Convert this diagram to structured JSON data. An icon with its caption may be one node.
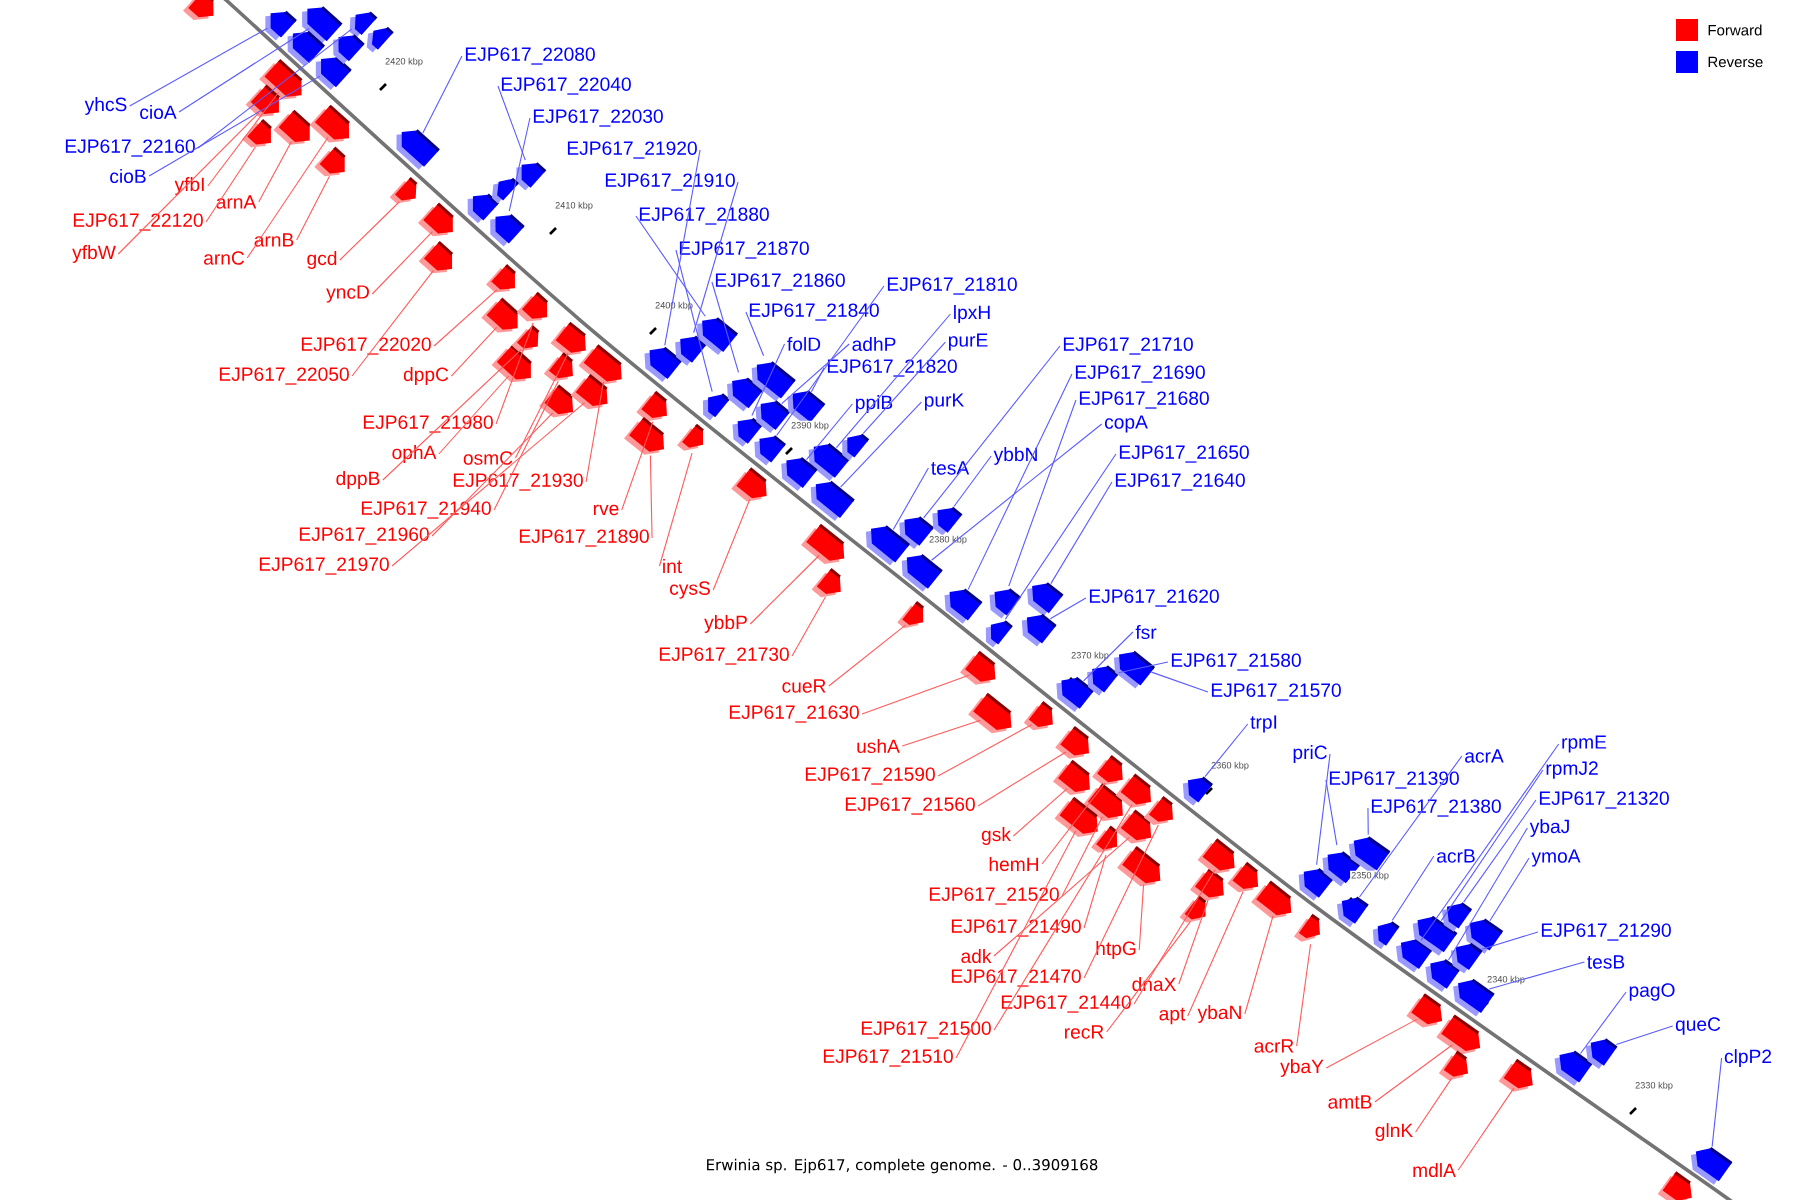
{
  "diagram": {
    "caption": "Erwinia sp. Ejp617, complete genome. - 0..3909168",
    "nodes": [
      {
        "text": [
          "yhcS"
        ]
      },
      {
        "text": [
          "cioA"
        ]
      },
      {
        "text": [
          "EJP617_22160"
        ]
      },
      {
        "text": [
          "cioB"
        ]
      },
      {
        "text": [
          "yfbI"
        ]
      },
      {
        "text": [
          "EJP617_22120"
        ]
      },
      {
        "text": [
          "yfbW"
        ]
      },
      {
        "text": [
          "arnA"
        ]
      },
      {
        "text": [
          "arnB"
        ]
      },
      {
        "text": [
          "arnC"
        ]
      },
      {
        "text": [
          "gcd"
        ]
      },
      {
        "text": [
          "yncD"
        ]
      },
      {
        "text": [
          "EJP617_22080"
        ]
      },
      {
        "text": [
          "EJP617_22040"
        ]
      },
      {
        "text": [
          "EJP617_22030"
        ]
      },
      {
        "text": [
          "EJP617_21920"
        ]
      },
      {
        "text": [
          "EJP617_21910"
        ]
      },
      {
        "text": [
          "EJP617_21880"
        ]
      },
      {
        "text": [
          "EJP617_21870"
        ]
      },
      {
        "text": [
          "EJP617_21860"
        ]
      },
      {
        "text": [
          "EJP617_21840"
        ]
      },
      {
        "text": [
          "folD"
        ]
      },
      {
        "text": [
          "adhP"
        ]
      },
      {
        "text": [
          "EJP617_21820"
        ]
      },
      {
        "text": [
          "EJP617_21810"
        ]
      },
      {
        "text": [
          "lpxH"
        ]
      },
      {
        "text": [
          "purE"
        ]
      },
      {
        "text": [
          "ppiB"
        ]
      },
      {
        "text": [
          "purK"
        ]
      },
      {
        "text": [
          "EJP617_22020"
        ]
      },
      {
        "text": [
          "EJP617_22050"
        ]
      },
      {
        "text": [
          "dppC"
        ]
      },
      {
        "text": [
          "EJP617_21980"
        ]
      },
      {
        "text": [
          "ophA"
        ]
      },
      {
        "text": [
          "dppB"
        ]
      },
      {
        "text": [
          "osmC"
        ]
      },
      {
        "text": [
          "EJP617_21930"
        ]
      },
      {
        "text": [
          "EJP617_21940"
        ]
      },
      {
        "text": [
          "EJP617_21960"
        ]
      },
      {
        "text": [
          "EJP617_21970"
        ]
      },
      {
        "text": [
          "rve"
        ]
      },
      {
        "text": [
          "EJP617_21890"
        ]
      },
      {
        "text": [
          "int"
        ]
      },
      {
        "text": [
          "cysS"
        ]
      },
      {
        "text": [
          "ybbP"
        ]
      },
      {
        "text": [
          "EJP617_21730"
        ]
      },
      {
        "text": [
          "EJP617_21710"
        ]
      },
      {
        "text": [
          "EJP617_21690"
        ]
      },
      {
        "text": [
          "EJP617_21680"
        ]
      },
      {
        "text": [
          "copA"
        ]
      },
      {
        "text": [
          "EJP617_21650"
        ]
      },
      {
        "text": [
          "EJP617_21640"
        ]
      },
      {
        "text": [
          "tesA"
        ]
      },
      {
        "text": [
          "ybbN"
        ]
      },
      {
        "text": [
          "EJP617_21620"
        ]
      },
      {
        "text": [
          "fsr"
        ]
      },
      {
        "text": [
          "EJP617_21580"
        ]
      },
      {
        "text": [
          "EJP617_21570"
        ]
      },
      {
        "text": [
          "cueR"
        ]
      },
      {
        "text": [
          "EJP617_21630"
        ]
      },
      {
        "text": [
          "ushA"
        ]
      },
      {
        "text": [
          "EJP617_21590"
        ]
      },
      {
        "text": [
          "EJP617_21560"
        ]
      },
      {
        "text": [
          "gsk"
        ]
      },
      {
        "text": [
          "hemH"
        ]
      },
      {
        "text": [
          "EJP617_21520"
        ]
      },
      {
        "text": [
          "EJP617_21490"
        ]
      },
      {
        "text": [
          "adk"
        ]
      },
      {
        "text": [
          "htpG"
        ]
      },
      {
        "text": [
          "EJP617_21470"
        ]
      },
      {
        "text": [
          "dnaX"
        ]
      },
      {
        "text": [
          "EJP617_21440"
        ]
      },
      {
        "text": [
          "apt"
        ]
      },
      {
        "text": [
          "ybaN"
        ]
      },
      {
        "text": [
          "recR"
        ]
      },
      {
        "text": [
          "EJP617_21500"
        ]
      },
      {
        "text": [
          "EJP617_21510"
        ]
      },
      {
        "text": [
          "trpI"
        ]
      },
      {
        "text": [
          "priC"
        ]
      },
      {
        "text": [
          "EJP617_21390"
        ]
      },
      {
        "text": [
          "acrA"
        ]
      },
      {
        "text": [
          "EJP617_21380"
        ]
      },
      {
        "text": [
          "acrB"
        ]
      },
      {
        "text": [
          "rpmE"
        ]
      },
      {
        "text": [
          "rpmJ2"
        ]
      },
      {
        "text": [
          "EJP617_21320"
        ]
      },
      {
        "text": [
          "ybaJ"
        ]
      },
      {
        "text": [
          "ymoA"
        ]
      },
      {
        "text": [
          "EJP617_21290"
        ]
      },
      {
        "text": [
          "tesB"
        ]
      },
      {
        "text": [
          "acrR"
        ]
      },
      {
        "text": [
          "ybaY"
        ]
      },
      {
        "text": [
          "amtB"
        ]
      },
      {
        "text": [
          "glnK"
        ]
      },
      {
        "text": [
          "mdlA"
        ]
      },
      {
        "text": [
          "pagO"
        ]
      },
      {
        "text": [
          "queC"
        ]
      },
      {
        "text": [
          "clpP2"
        ]
      },
      {
        "text": [],
        "shape": "pentagon"
      },
      {
        "text": [],
        "shape": "pentagon"
      },
      {
        "text": [],
        "shape": "pentagon"
      },
      {
        "text": [],
        "shape": "pentagon"
      },
      {
        "text": [],
        "shape": "pentagon"
      },
      {
        "text": [],
        "shape": "pentagon"
      },
      {
        "text": [],
        "shape": "pentagon"
      },
      {
        "text": [],
        "shape": "pentagon"
      },
      {
        "text": [],
        "shape": "pentagon"
      },
      {
        "text": [],
        "shape": "pentagon"
      },
      {
        "text": [],
        "shape": "pentagon"
      },
      {
        "text": [],
        "shape": "pentagon"
      },
      {
        "text": [],
        "shape": "pentagon"
      },
      {
        "text": [],
        "shape": "pentagon"
      },
      {
        "text": [],
        "shape": "pentagon"
      },
      {
        "text": [],
        "shape": "pentagon"
      },
      {
        "text": [],
        "shape": "pentagon"
      },
      {
        "text": [],
        "shape": "pentagon"
      },
      {
        "text": [],
        "shape": "pentagon"
      },
      {
        "text": [],
        "shape": "pentagon"
      },
      {
        "text": [],
        "shape": "pentagon"
      },
      {
        "text": [],
        "shape": "pentagon"
      },
      {
        "text": [],
        "shape": "pentagon"
      },
      {
        "text": [],
        "shape": "pentagon"
      },
      {
        "text": [],
        "shape": "pentagon"
      },
      {
        "text": [],
        "shape": "pentagon"
      },
      {
        "text": [],
        "shape": "pentagon"
      },
      {
        "text": [],
        "shape": "pentagon"
      },
      {
        "text": [],
        "shape": "pentagon"
      },
      {
        "text": [],
        "shape": "pentagon"
      },
      {
        "text": [],
        "shape": "pentagon"
      },
      {
        "text": [],
        "shape": "pentagon"
      },
      {
        "text": [],
        "shape": "pentagon"
      },
      {
        "text": [],
        "shape": "pentagon"
      },
      {
        "text": [],
        "shape": "pentagon"
      },
      {
        "text": [],
        "shape": "pentagon"
      },
      {
        "text": [],
        "shape": "pentagon"
      },
      {
        "text": [],
        "shape": "pentagon"
      },
      {
        "text": [],
        "shape": "pentagon"
      },
      {
        "text": [],
        "shape": "pentagon"
      },
      {
        "text": [],
        "shape": "pentagon"
      },
      {
        "text": [],
        "shape": "pentagon"
      },
      {
        "text": [],
        "shape": "pentagon"
      },
      {
        "text": [],
        "shape": "pentagon"
      },
      {
        "text": [],
        "shape": "pentagon"
      },
      {
        "text": [],
        "shape": "pentagon"
      },
      {
        "text": [],
        "shape": "pentagon"
      },
      {
        "text": [],
        "shape": "pentagon"
      },
      {
        "text": [],
        "shape": "pentagon"
      },
      {
        "text": [],
        "shape": "pentagon"
      },
      {
        "text": [],
        "shape": "pentagon"
      },
      {
        "text": [],
        "shape": "pentagon"
      },
      {
        "text": [],
        "shape": "pentagon"
      },
      {
        "text": [],
        "shape": "pentagon"
      },
      {
        "text": [],
        "shape": "pentagon"
      },
      {
        "text": [],
        "shape": "pentagon"
      },
      {
        "text": [],
        "shape": "pentagon"
      },
      {
        "text": [],
        "shape": "pentagon"
      },
      {
        "text": [],
        "shape": "pentagon"
      },
      {
        "text": [],
        "shape": "pentagon"
      },
      {
        "text": [],
        "shape": "pentagon"
      },
      {
        "text": [],
        "shape": "pentagon"
      },
      {
        "text": [],
        "shape": "pentagon"
      },
      {
        "text": [],
        "shape": "pentagon"
      },
      {
        "text": [],
        "shape": "pentagon"
      },
      {
        "text": [],
        "shape": "pentagon"
      },
      {
        "text": [],
        "shape": "pentagon"
      },
      {
        "text": [],
        "shape": "pentagon"
      },
      {
        "text": [],
        "shape": "pentagon"
      },
      {
        "text": [],
        "shape": "pentagon"
      },
      {
        "text": [],
        "shape": "pentagon"
      },
      {
        "text": [],
        "shape": "pentagon"
      },
      {
        "text": [],
        "shape": "pentagon"
      },
      {
        "text": [],
        "shape": "pentagon"
      },
      {
        "text": [],
        "shape": "pentagon"
      },
      {
        "text": [],
        "shape": "pentagon"
      },
      {
        "text": [],
        "shape": "pentagon"
      },
      {
        "text": [],
        "shape": "pentagon"
      },
      {
        "text": [],
        "shape": "pentagon"
      },
      {
        "text": [],
        "shape": "pentagon"
      },
      {
        "text": [],
        "shape": "pentagon"
      },
      {
        "text": [],
        "shape": "pentagon"
      },
      {
        "text": [],
        "shape": "pentagon"
      },
      {
        "text": [],
        "shape": "pentagon"
      },
      {
        "text": [],
        "shape": "pentagon"
      },
      {
        "text": [],
        "shape": "pentagon"
      },
      {
        "text": [],
        "shape": "pentagon"
      },
      {
        "text": [],
        "shape": "pentagon"
      },
      {
        "text": [],
        "shape": "pentagon"
      },
      {
        "text": [],
        "shape": "pentagon"
      },
      {
        "text": [],
        "shape": "pentagon"
      },
      {
        "text": [],
        "shape": "pentagon"
      },
      {
        "text": [],
        "shape": "pentagon"
      },
      {
        "text": [],
        "shape": "pentagon"
      },
      {
        "text": [],
        "shape": "pentagon"
      },
      {
        "text": [],
        "shape": "pentagon"
      },
      {
        "text": [],
        "shape": "pentagon"
      },
      {
        "text": [],
        "shape": "pentagon"
      },
      {
        "text": [],
        "shape": "pentagon"
      },
      {
        "text": [],
        "shape": "pentagon"
      },
      {
        "text": [],
        "shape": "pentagon"
      },
      {
        "text": [],
        "shape": "pentagon"
      },
      {
        "text": [],
        "shape": "pentagon"
      },
      {
        "text": [],
        "shape": "pentagon"
      },
      {
        "text": [],
        "shape": "pentagon"
      }
    ],
    "edges": [
      {
        "from": 0,
        "to": 98,
        "arrow": "none",
        "color": "#5a5aff"
      },
      {
        "from": 1,
        "to": 99,
        "arrow": "none",
        "color": "#5a5aff"
      },
      {
        "from": 2,
        "to": 100,
        "arrow": "none",
        "color": "#5a5aff"
      },
      {
        "from": 3,
        "to": 101,
        "arrow": "none",
        "color": "#5a5aff"
      },
      {
        "from": 4,
        "to": 102,
        "arrow": "none",
        "color": "#ff5a5a"
      },
      {
        "from": 5,
        "to": 103,
        "arrow": "none",
        "color": "#ff5a5a"
      },
      {
        "from": 6,
        "to": 104,
        "arrow": "none",
        "color": "#ff5a5a"
      },
      {
        "from": 7,
        "to": 105,
        "arrow": "none",
        "color": "#ff5a5a"
      },
      {
        "from": 8,
        "to": 106,
        "arrow": "none",
        "color": "#ff5a5a"
      },
      {
        "from": 9,
        "to": 107,
        "arrow": "none",
        "color": "#ff5a5a"
      },
      {
        "from": 10,
        "to": 108,
        "arrow": "none",
        "color": "#ff5a5a"
      },
      {
        "from": 11,
        "to": 109,
        "arrow": "none",
        "color": "#ff5a5a"
      },
      {
        "from": 12,
        "to": 110,
        "arrow": "none",
        "color": "#5a5aff"
      },
      {
        "from": 13,
        "to": 111,
        "arrow": "none",
        "color": "#5a5aff"
      },
      {
        "from": 14,
        "to": 112,
        "arrow": "none",
        "color": "#5a5aff"
      },
      {
        "from": 15,
        "to": 113,
        "arrow": "none",
        "color": "#5a5aff"
      },
      {
        "from": 16,
        "to": 114,
        "arrow": "none",
        "color": "#5a5aff"
      },
      {
        "from": 17,
        "to": 115,
        "arrow": "none",
        "color": "#5a5aff"
      },
      {
        "from": 18,
        "to": 116,
        "arrow": "none",
        "color": "#5a5aff"
      },
      {
        "from": 19,
        "to": 117,
        "arrow": "none",
        "color": "#5a5aff"
      },
      {
        "from": 20,
        "to": 118,
        "arrow": "none",
        "color": "#5a5aff"
      },
      {
        "from": 21,
        "to": 119,
        "arrow": "none",
        "color": "#5a5aff"
      },
      {
        "from": 22,
        "to": 120,
        "arrow": "none",
        "color": "#5a5aff"
      },
      {
        "from": 23,
        "to": 121,
        "arrow": "none",
        "color": "#5a5aff"
      },
      {
        "from": 24,
        "to": 122,
        "arrow": "none",
        "color": "#5a5aff"
      },
      {
        "from": 25,
        "to": 123,
        "arrow": "none",
        "color": "#5a5aff"
      },
      {
        "from": 26,
        "to": 124,
        "arrow": "none",
        "color": "#5a5aff"
      },
      {
        "from": 27,
        "to": 125,
        "arrow": "none",
        "color": "#5a5aff"
      },
      {
        "from": 28,
        "to": 126,
        "arrow": "none",
        "color": "#5a5aff"
      },
      {
        "from": 29,
        "to": 127,
        "arrow": "none",
        "color": "#ff5a5a"
      },
      {
        "from": 30,
        "to": 128,
        "arrow": "none",
        "color": "#ff5a5a"
      },
      {
        "from": 31,
        "to": 129,
        "arrow": "none",
        "color": "#ff5a5a"
      },
      {
        "from": 32,
        "to": 130,
        "arrow": "none",
        "color": "#ff5a5a"
      },
      {
        "from": 33,
        "to": 131,
        "arrow": "none",
        "color": "#ff5a5a"
      },
      {
        "from": 34,
        "to": 132,
        "arrow": "none",
        "color": "#ff5a5a"
      },
      {
        "from": 35,
        "to": 133,
        "arrow": "none",
        "color": "#ff5a5a"
      },
      {
        "from": 36,
        "to": 134,
        "arrow": "none",
        "color": "#ff5a5a"
      },
      {
        "from": 37,
        "to": 135,
        "arrow": "none",
        "color": "#ff5a5a"
      },
      {
        "from": 38,
        "to": 136,
        "arrow": "none",
        "color": "#ff5a5a"
      },
      {
        "from": 39,
        "to": 137,
        "arrow": "none",
        "color": "#ff5a5a"
      },
      {
        "from": 40,
        "to": 138,
        "arrow": "none",
        "color": "#ff5a5a"
      },
      {
        "from": 41,
        "to": 139,
        "arrow": "none",
        "color": "#ff5a5a"
      },
      {
        "from": 42,
        "to": 140,
        "arrow": "none",
        "color": "#ff5a5a"
      },
      {
        "from": 43,
        "to": 141,
        "arrow": "none",
        "color": "#ff5a5a"
      },
      {
        "from": 44,
        "to": 142,
        "arrow": "none",
        "color": "#ff5a5a"
      },
      {
        "from": 45,
        "to": 143,
        "arrow": "none",
        "color": "#ff5a5a"
      },
      {
        "from": 46,
        "to": 144,
        "arrow": "none",
        "color": "#5a5aff"
      },
      {
        "from": 47,
        "to": 145,
        "arrow": "none",
        "color": "#5a5aff"
      },
      {
        "from": 48,
        "to": 146,
        "arrow": "none",
        "color": "#5a5aff"
      },
      {
        "from": 49,
        "to": 147,
        "arrow": "none",
        "color": "#5a5aff"
      },
      {
        "from": 50,
        "to": 148,
        "arrow": "none",
        "color": "#5a5aff"
      },
      {
        "from": 51,
        "to": 149,
        "arrow": "none",
        "color": "#5a5aff"
      },
      {
        "from": 52,
        "to": 150,
        "arrow": "none",
        "color": "#5a5aff"
      },
      {
        "from": 53,
        "to": 151,
        "arrow": "none",
        "color": "#5a5aff"
      },
      {
        "from": 54,
        "to": 152,
        "arrow": "none",
        "color": "#5a5aff"
      },
      {
        "from": 55,
        "to": 153,
        "arrow": "none",
        "color": "#5a5aff"
      },
      {
        "from": 56,
        "to": 154,
        "arrow": "none",
        "color": "#5a5aff"
      },
      {
        "from": 57,
        "to": 155,
        "arrow": "none",
        "color": "#5a5aff"
      },
      {
        "from": 58,
        "to": 156,
        "arrow": "none",
        "color": "#ff5a5a"
      },
      {
        "from": 59,
        "to": 157,
        "arrow": "none",
        "color": "#ff5a5a"
      },
      {
        "from": 60,
        "to": 158,
        "arrow": "none",
        "color": "#ff5a5a"
      },
      {
        "from": 61,
        "to": 159,
        "arrow": "none",
        "color": "#ff5a5a"
      },
      {
        "from": 62,
        "to": 160,
        "arrow": "none",
        "color": "#ff5a5a"
      },
      {
        "from": 63,
        "to": 161,
        "arrow": "none",
        "color": "#ff5a5a"
      },
      {
        "from": 64,
        "to": 162,
        "arrow": "none",
        "color": "#ff5a5a"
      },
      {
        "from": 65,
        "to": 163,
        "arrow": "none",
        "color": "#ff5a5a"
      },
      {
        "from": 66,
        "to": 164,
        "arrow": "none",
        "color": "#ff5a5a"
      },
      {
        "from": 67,
        "to": 165,
        "arrow": "none",
        "color": "#ff5a5a"
      },
      {
        "from": 68,
        "to": 166,
        "arrow": "none",
        "color": "#ff5a5a"
      },
      {
        "from": 69,
        "to": 167,
        "arrow": "none",
        "color": "#ff5a5a"
      },
      {
        "from": 70,
        "to": 168,
        "arrow": "none",
        "color": "#ff5a5a"
      },
      {
        "from": 71,
        "to": 169,
        "arrow": "none",
        "color": "#ff5a5a"
      },
      {
        "from": 72,
        "to": 170,
        "arrow": "none",
        "color": "#ff5a5a"
      },
      {
        "from": 73,
        "to": 171,
        "arrow": "none",
        "color": "#ff5a5a"
      },
      {
        "from": 74,
        "to": 172,
        "arrow": "none",
        "color": "#ff5a5a"
      },
      {
        "from": 75,
        "to": 173,
        "arrow": "none",
        "color": "#ff5a5a"
      },
      {
        "from": 76,
        "to": 174,
        "arrow": "none",
        "color": "#ff5a5a"
      },
      {
        "from": 77,
        "to": 175,
        "arrow": "none",
        "color": "#5a5aff"
      },
      {
        "from": 78,
        "to": 176,
        "arrow": "none",
        "color": "#5a5aff"
      },
      {
        "from": 79,
        "to": 177,
        "arrow": "none",
        "color": "#5a5aff"
      },
      {
        "from": 80,
        "to": 178,
        "arrow": "none",
        "color": "#5a5aff"
      },
      {
        "from": 81,
        "to": 179,
        "arrow": "none",
        "color": "#5a5aff"
      },
      {
        "from": 82,
        "to": 180,
        "arrow": "none",
        "color": "#5a5aff"
      },
      {
        "from": 83,
        "to": 181,
        "arrow": "none",
        "color": "#5a5aff"
      },
      {
        "from": 84,
        "to": 182,
        "arrow": "none",
        "color": "#5a5aff"
      },
      {
        "from": 85,
        "to": 183,
        "arrow": "none",
        "color": "#5a5aff"
      },
      {
        "from": 86,
        "to": 184,
        "arrow": "none",
        "color": "#5a5aff"
      },
      {
        "from": 87,
        "to": 185,
        "arrow": "none",
        "color": "#5a5aff"
      },
      {
        "from": 88,
        "to": 186,
        "arrow": "none",
        "color": "#5a5aff"
      },
      {
        "from": 89,
        "to": 187,
        "arrow": "none",
        "color": "#5a5aff"
      },
      {
        "from": 90,
        "to": 188,
        "arrow": "none",
        "color": "#ff5a5a"
      },
      {
        "from": 91,
        "to": 189,
        "arrow": "none",
        "color": "#ff5a5a"
      },
      {
        "from": 92,
        "to": 190,
        "arrow": "none",
        "color": "#ff5a5a"
      },
      {
        "from": 93,
        "to": 191,
        "arrow": "none",
        "color": "#ff5a5a"
      },
      {
        "from": 94,
        "to": 192,
        "arrow": "none",
        "color": "#ff5a5a"
      },
      {
        "from": 95,
        "to": 193,
        "arrow": "none",
        "color": "#5a5aff"
      },
      {
        "from": 96,
        "to": 194,
        "arrow": "none",
        "color": "#5a5aff"
      },
      {
        "from": 97,
        "to": 195,
        "arrow": "none",
        "color": "#5a5aff"
      }
    ],
    "labels": [
      "2420 kbp",
      "2410 kbp",
      "2400 kbp",
      "2390 kbp",
      "2380 kbp",
      "2370 kbp",
      "2360 kbp",
      "2350 kbp",
      "2340 kbp",
      "2330 kbp"
    ],
    "legend": [
      {
        "text": "Forward",
        "color": "#ff0000"
      },
      {
        "text": "Reverse",
        "color": "#0000ff"
      }
    ]
  }
}
